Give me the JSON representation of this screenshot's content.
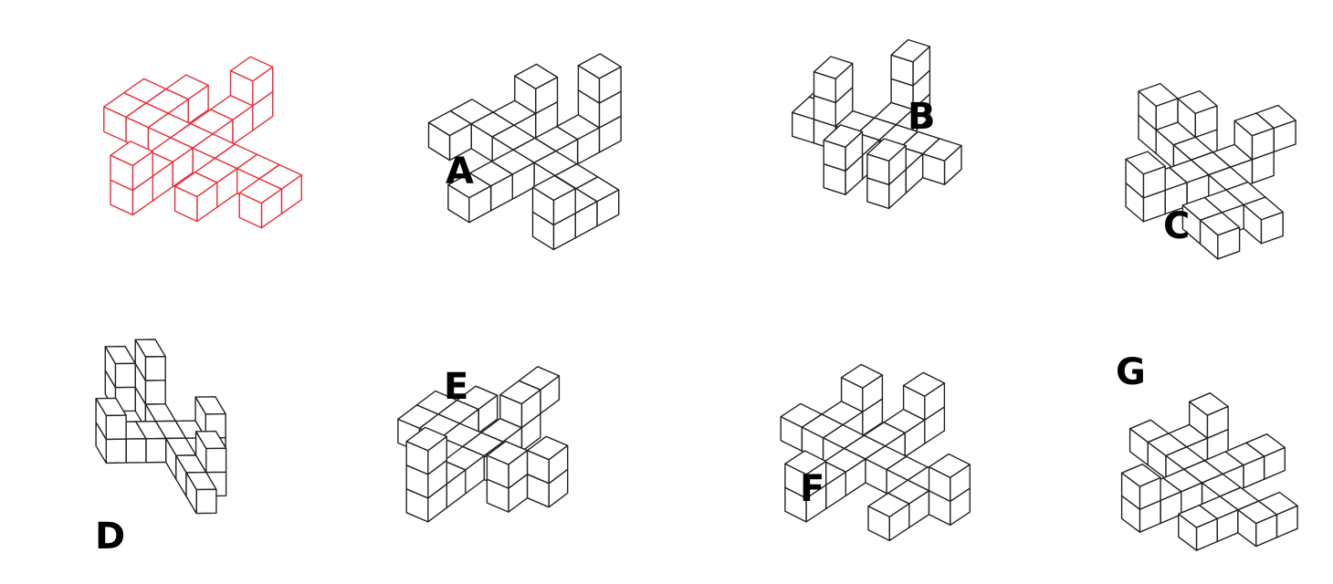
{
  "colors": {
    "reference_stroke": "#e8303a",
    "option_stroke": "#222222",
    "face_fill": "#ffffff"
  },
  "figures": [
    {
      "id": "reference",
      "label": ""
    },
    {
      "id": "A",
      "label": "A"
    },
    {
      "id": "B",
      "label": "B"
    },
    {
      "id": "C",
      "label": "C"
    },
    {
      "id": "D",
      "label": "D"
    },
    {
      "id": "E",
      "label": "E"
    },
    {
      "id": "F",
      "label": "F"
    },
    {
      "id": "G",
      "label": "G"
    }
  ]
}
